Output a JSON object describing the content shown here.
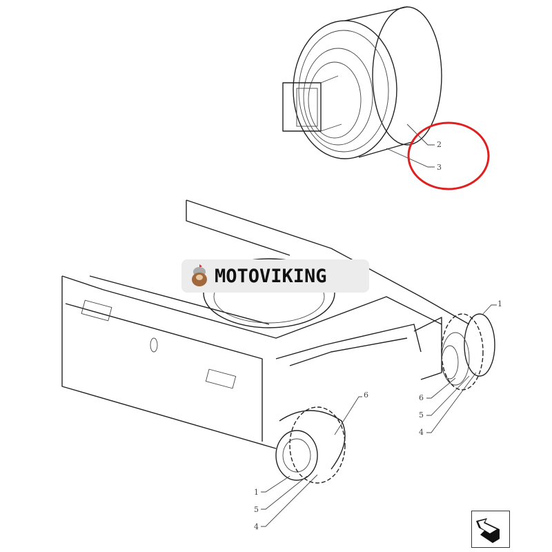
{
  "diagram": {
    "callouts_motor": [
      "2",
      "3"
    ],
    "callouts_right_sprocket": [
      "1",
      "6",
      "5",
      "4"
    ],
    "callouts_left_sprocket": [
      "6",
      "1",
      "5",
      "4"
    ],
    "highlight_color": "#e02020"
  },
  "watermark": {
    "brand": "MOTOVIKING"
  },
  "navigation": {
    "icon": "arrow-return-icon"
  }
}
